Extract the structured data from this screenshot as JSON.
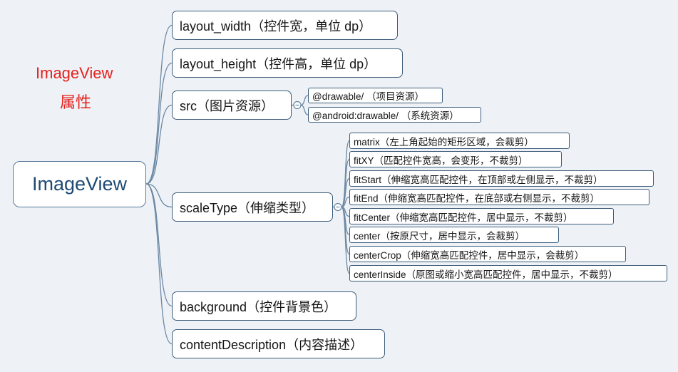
{
  "page_title": {
    "line1": "ImageView",
    "line2": "属性"
  },
  "root": {
    "label": "ImageView"
  },
  "branches": [
    {
      "label": "layout_width（控件宽，单位 dp）"
    },
    {
      "label": "layout_height（控件高，单位 dp）"
    },
    {
      "label": "src（图片资源）",
      "children": [
        {
          "label": "@drawable/ （项目资源）"
        },
        {
          "label": "@android:drawable/ （系统资源）"
        }
      ]
    },
    {
      "label": "scaleType（伸缩类型）",
      "children": [
        {
          "label": "matrix（左上角起始的矩形区域，会裁剪）"
        },
        {
          "label": "fitXY（匹配控件宽高，会变形，不裁剪）"
        },
        {
          "label": "fitStart（伸缩宽高匹配控件，在顶部或左侧显示，不裁剪）"
        },
        {
          "label": "fitEnd（伸缩宽高匹配控件，在底部或右侧显示，不裁剪）"
        },
        {
          "label": "fitCenter（伸缩宽高匹配控件，居中显示，不裁剪）"
        },
        {
          "label": "center（按原尺寸，居中显示，会裁剪）"
        },
        {
          "label": "centerCrop（伸缩宽高匹配控件，居中显示，会裁剪）"
        },
        {
          "label": "centerInside（原图或缩小宽高匹配控件，居中显示，不裁剪）"
        }
      ]
    },
    {
      "label": "background（控件背景色）"
    },
    {
      "label": "contentDescription（内容描述）"
    }
  ],
  "colors": {
    "background": "#eef2f6",
    "title_red": "#e5211d",
    "node_border": "#3d5c7a",
    "root_text": "#1f4a73",
    "connector": "#6b87a3"
  },
  "icons": {
    "collapse": "collapse-icon"
  }
}
